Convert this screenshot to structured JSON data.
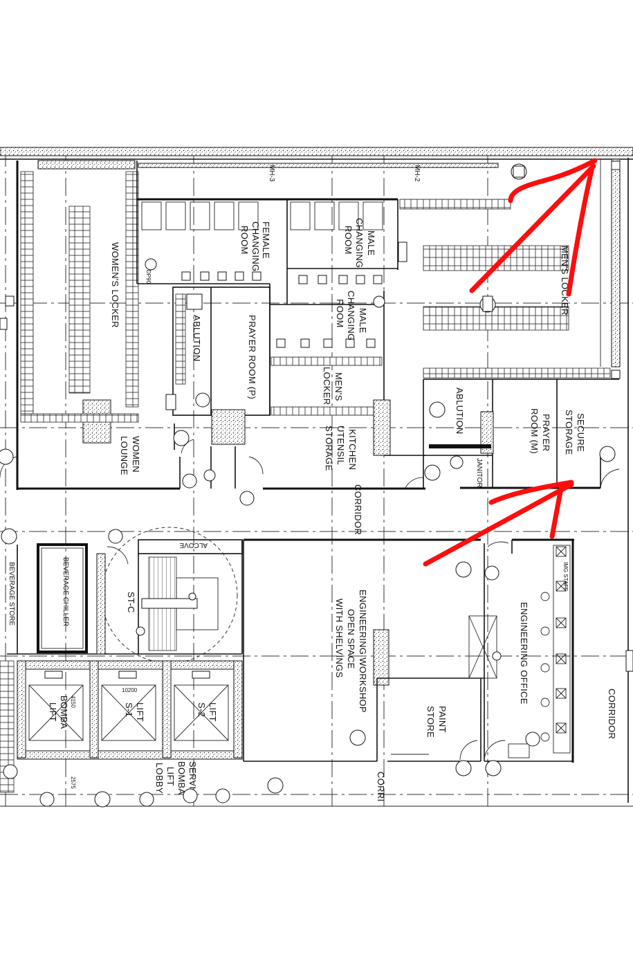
{
  "plan": {
    "rooms": {
      "womens_locker": "WOMEN'S LOCKER",
      "female_changing_a": "FEMALE",
      "female_changing_b": "CHANGING",
      "female_changing_c": "ROOM",
      "male_changing_1a": "MALE",
      "male_changing_1b": "CHANGING",
      "male_changing_1c": "ROOM",
      "male_changing_2a": "MALE",
      "male_changing_2b": "CHANGING",
      "male_changing_2c": "ROOM",
      "mens_locker_top": "MEN'S LOCKER",
      "mens_locker_a": "MEN'S",
      "mens_locker_b": "LOCKER",
      "ablution_f": "ABLUTION",
      "prayer_room_p": "PRAYER ROOM (P)",
      "ablution_m": "ABLUTION",
      "prayer_room_m_a": "PRAYER",
      "prayer_room_m_b": "ROOM (M)",
      "secure_storage_a": "SECURE",
      "secure_storage_b": "STORAGE",
      "janitor": "JANITOR",
      "women_lounge_a": "WOMEN",
      "women_lounge_b": "LOUNGE",
      "kitchen_a": "KITCHEN",
      "kitchen_b": "UTENSIL",
      "kitchen_c": "STORAGE",
      "corridor_1": "CORRIDOR",
      "corridor_2": "CORRIDOR",
      "corridor_3": "CORRI",
      "alcove": "ALCOVE",
      "beverage_chiller": "BEVERAGE CHILLER",
      "beverage_store": "BEVERAGE STORE",
      "stair": "ST-C",
      "workshop_a": "ENGINEERING WORKSHOP",
      "workshop_b": "OPEN SPACE",
      "workshop_c": "WITH SHELVINGS",
      "paint_a": "PAINT",
      "paint_b": "STORE",
      "eng_office": "ENGINEERING OFFICE",
      "bomba_lift_a": "BOMBA",
      "bomba_lift_b": "LIFT",
      "lift_s1_a": "LIFT",
      "lift_s1_b": "S-1",
      "lift_s2_a": "LIFT",
      "lift_s2_b": "S-2",
      "service_lobby_a": "SERVICE",
      "service_lobby_b": "BOMBA",
      "service_lobby_c": "LIFT",
      "service_lobby_d": "LOBBY"
    },
    "tags": {
      "mh3": "MH-3",
      "mh2": "MH-2",
      "dim_10200": "10200",
      "dim_4150": "4150",
      "dim_2575": "2575",
      "staff": "IMG STAFF",
      "d90": "DP90"
    },
    "colors": {
      "line": "#111111",
      "markup": "#ff0d0d",
      "paper": "#ffffff"
    }
  }
}
